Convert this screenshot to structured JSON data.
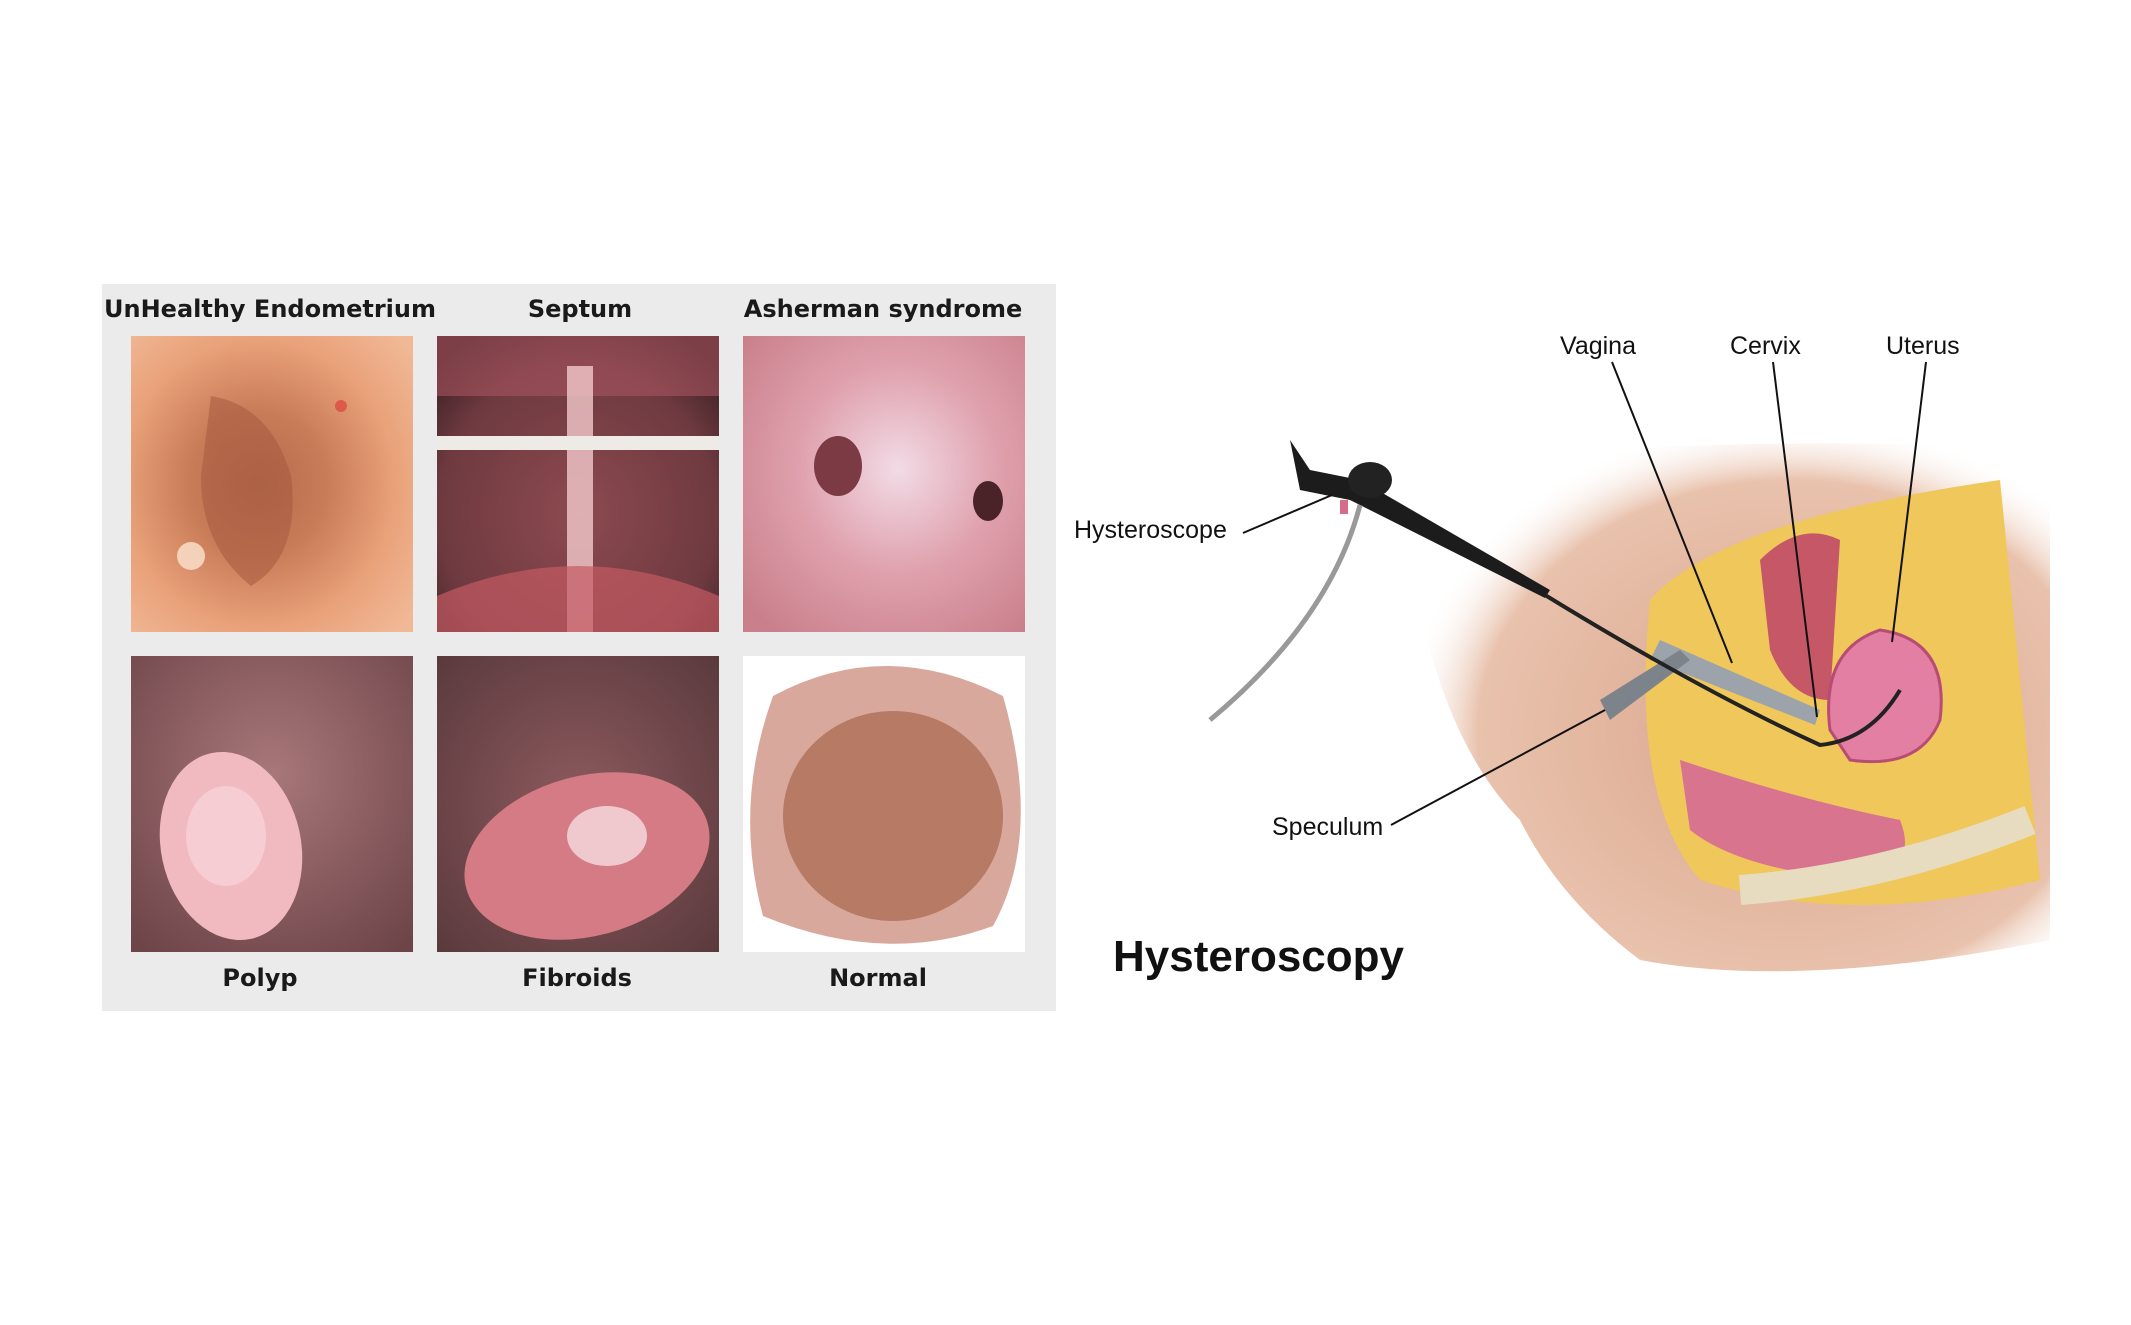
{
  "gallery": {
    "top_labels": [
      "UnHealthy Endometrium",
      "Septum",
      "Asherman syndrome"
    ],
    "bottom_labels": [
      "Polyp",
      "Fibroids",
      "Normal"
    ]
  },
  "diagram": {
    "title": "Hysteroscopy",
    "labels": {
      "vagina": "Vagina",
      "cervix": "Cervix",
      "uterus": "Uterus",
      "hysteroscope": "Hysteroscope",
      "speculum": "Speculum"
    }
  }
}
